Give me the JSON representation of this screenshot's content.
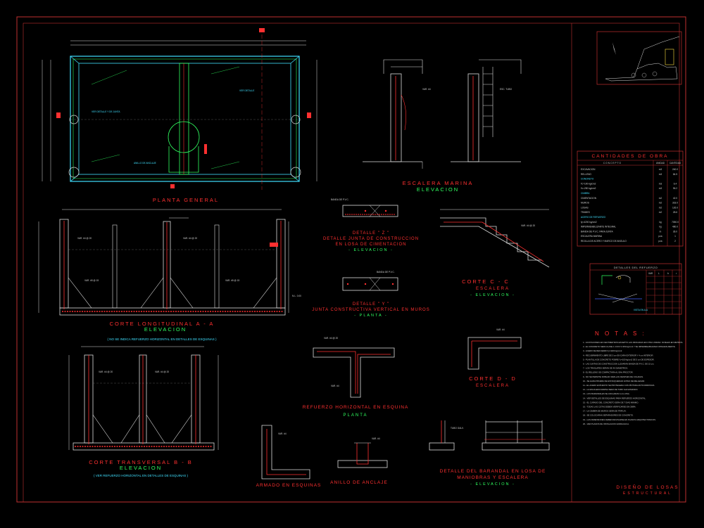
{
  "views": {
    "planta": {
      "title": "PLANTA GENERAL",
      "sub": ""
    },
    "corte_a": {
      "title": "CORTE LONGITUDINAL   A - A",
      "sub": "ELEVACION",
      "note": "( NO SE INDICA REFUERZO HORIZONTAL EN DETALLES DE ESQUINAS )"
    },
    "corte_b": {
      "title": "CORTE TRANSVERSAL  B - B",
      "sub": "ELEVACION",
      "note": "( VER REFUERZO HORIZONTAL EN DETALLES DE ESQUINAS )"
    },
    "escalera_marina": {
      "title": "ESCALERA MARINA",
      "sub": "ELEVACION"
    },
    "detalle_z": {
      "title": "DETALLE \" Z \"",
      "line2": "DETALLE JUNTA DE CONSTRUCCION",
      "line3": "EN LOSA DE CIMENTACION",
      "sub": "- ELEVACION -"
    },
    "detalle_y": {
      "title": "DETALLE \" Y \"",
      "line2": "JUNTA CONSTRUCTIVA VERTICAL EN MUROS",
      "sub": "- PLANTA -"
    },
    "corte_c": {
      "title": "CORTE  C - C",
      "line2": "ESCALERA",
      "sub": "- ELEVACION -"
    },
    "corte_d": {
      "title": "CORTE  D - D",
      "line2": "ESCALERA"
    },
    "refuerzo_esquina": {
      "title": "REFUERZO HORIZONTAL EN ESQUINA",
      "sub": "PLANTA"
    },
    "armado_esquinas": {
      "title": "ARMADO EN ESQUINAS"
    },
    "anillo_anclaje": {
      "title": "ANILLO DE ANCLAJE"
    },
    "detalle_barandal": {
      "title": "DETALLE DEL BARANDAL EN LOSA DE",
      "line2": "MANIOBRAS Y ESCALERA",
      "sub": "- ELEVACION -"
    }
  },
  "cantidades": {
    "title": "CANTIDADES  DE  OBRA",
    "headers": [
      "CONCEPTO",
      "UNIDAD",
      "CANTIDAD"
    ],
    "rows": [
      [
        "EXCAVACION",
        "m3",
        "240.0"
      ],
      [
        "RELLENO",
        "m3",
        "84.5"
      ],
      [
        "CONCRETO",
        "",
        ""
      ],
      [
        "f'c=100 kg/cm2",
        "m3",
        "6.4"
      ],
      [
        "f'c=250 kg/cm2",
        "m3",
        "96.2"
      ],
      [
        "CIMBRA",
        "",
        ""
      ],
      [
        "CIMENTACION",
        "m2",
        "42.0"
      ],
      [
        "MUROS",
        "m2",
        "318.0"
      ],
      [
        "LOSAS",
        "m2",
        "126.0"
      ],
      [
        "TRABES",
        "m2",
        "28.6"
      ],
      [
        "ACERO DE REFUERZO",
        "",
        ""
      ],
      [
        "fy=4200 kg/cm2",
        "kg",
        "7050.0"
      ],
      [
        "IMPERMEABILIZANTE INTEGRAL",
        "kg",
        "480.0"
      ],
      [
        "BANDA DE P.V.C. PARA JUNTA",
        "m",
        "36.0"
      ],
      [
        "ESCALERA MARINA",
        "pza",
        "1"
      ],
      [
        "REJILLA DE ACERO Y MARCO DE ANGULO",
        "pza",
        "2"
      ]
    ]
  },
  "detalles_refuerzo": {
    "title": "DETALLES DEL REFUERZO",
    "footer": "VISTA EN A-A",
    "headers": [
      "VAR",
      "L",
      "h",
      "r"
    ]
  },
  "notas": {
    "title": "N O T A S :",
    "items": [
      "1.- ACOTACIONES EN CENTIMETROS EXCEPTO LAS INDICADAS EN OTRA UNIDAD. NIVELES EN METROS.",
      "2.- EL CONCRETO SERA CLASE 1 CON f'c=250 kg/cm2 Y SE IMPERMEABILIZARA INTEGRALMENTE.",
      "3.- ACERO DE REFUERZO fy=4200 kg/cm2.",
      "4.- RECUBRIMIENTO LIBRE DE 5 cm EN CARA EXTERIOR Y 4 cm INTERIOR.",
      "5.- PLANTILLA DE CONCRETO POBRE f'c=100 kg/cm2 DE 5 cm DE ESPESOR.",
      "6.- LAS JUNTAS DE CONSTRUCCION LLEVARAN BANDA DE P.V.C. DE 15 cm.",
      "7.- LOS TRASLAPES SERAN DE 40 DIAMETROS.",
      "8.- EL RELLENO SE COMPACTARA AL 90% PROCTOR.",
      "9.- NO SE PERMITE DOBLAR VARILLAS DESPUES DE COLADAS.",
      "10.- SE HARA PRUEBA DE ESTANQUEIDAD ANTES DE RELLENAR.",
      "11.- EL ACERO EXPUESTO SE PROTEGERA CON PINTURA ANTICORROSIVA.",
      "12.- LA ESCALERA MARINA SERA DE TUBO GALVANIZADO.",
      "13.- LOS BARANDALES SE ANCLARAN A LA LOSA.",
      "14.- VER DETALLES DE ESQUINAS PARA REFUERZO HORIZONTAL.",
      "15.- EL CURADO DEL CONCRETO SERA DE 7 DIAS MINIMO.",
      "16.- TODAS LAS COTAS DEBEN VERIFICARSE EN OBRA.",
      "17.- LA CIMBRA DE MUROS SERA DE TRIPLAY.",
      "18.- SE COLOCARAN SEPARADORES DE CONCRETO.",
      "19.- LAS DIMENSIONES DEBEN REVISARSE EN PLANOS ARQUITECTONICOS.",
      "20.- VER PLANOS DE INSTALACION HIDRAULICA."
    ]
  },
  "title_block": {
    "line1": "DISEÑO DE LOSAS",
    "line2": "ESTRUCTURAL"
  },
  "colors": {
    "red": "#ff3030",
    "green": "#30ff60",
    "white": "#e8e8e8",
    "cyan": "#40e0ff",
    "yellow": "#ffe040",
    "blue": "#4060ff"
  }
}
